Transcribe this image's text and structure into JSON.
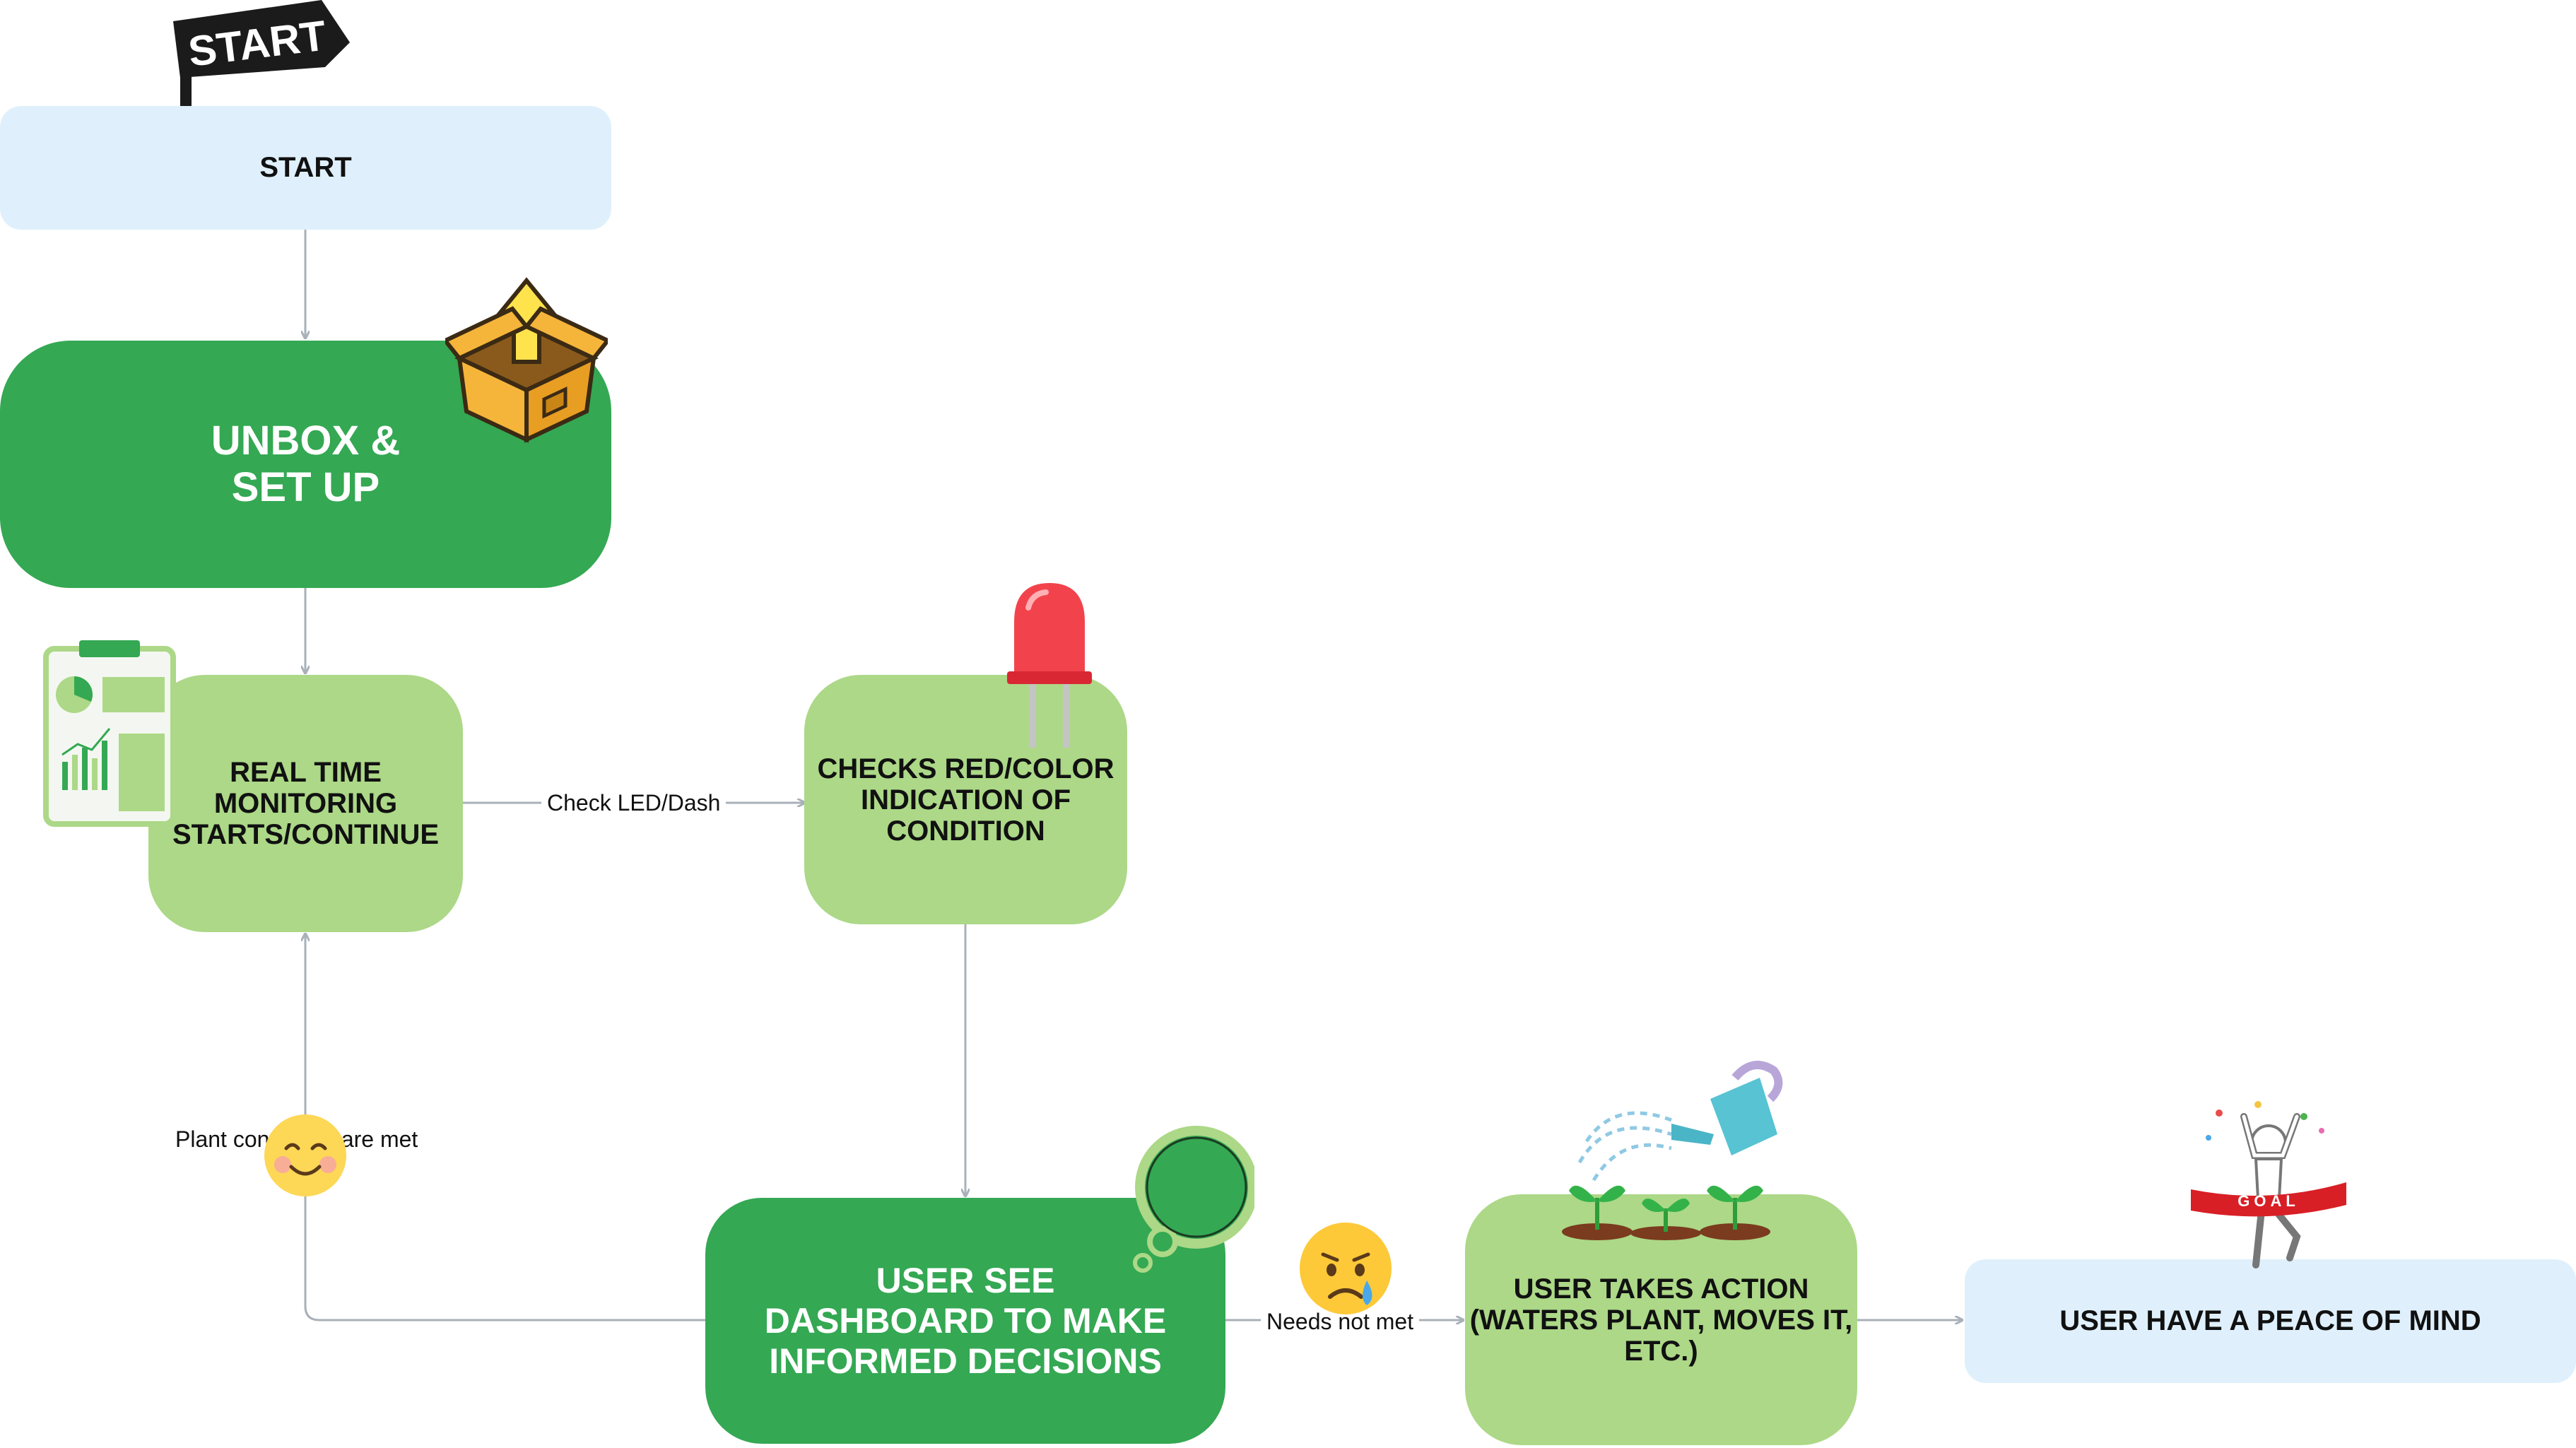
{
  "flowchart": {
    "nodes": [
      {
        "id": "start",
        "label": "START"
      },
      {
        "id": "unbox",
        "label": "UNBOX &\nSET UP"
      },
      {
        "id": "monitor",
        "label": "REAL TIME\nMONITORING\nSTARTS/CONTINUE"
      },
      {
        "id": "checks",
        "label": "CHECKS RED/COLOR\nINDICATION OF\nCONDITION"
      },
      {
        "id": "dashboard",
        "label": "USER SEE\nDASHBOARD TO MAKE\nINFORMED DECISIONS"
      },
      {
        "id": "action",
        "label": "USER TAKES ACTION\n(WATERS PLANT, MOVES IT,\nETC.)"
      },
      {
        "id": "peace",
        "label": "USER HAVE A PEACE OF MIND"
      }
    ],
    "edges": [
      {
        "from": "start",
        "to": "unbox",
        "label": ""
      },
      {
        "from": "unbox",
        "to": "monitor",
        "label": ""
      },
      {
        "from": "monitor",
        "to": "checks",
        "label": "Check LED/Dash"
      },
      {
        "from": "checks",
        "to": "dashboard",
        "label": ""
      },
      {
        "from": "dashboard",
        "to": "monitor",
        "label": "Plant conditions are met"
      },
      {
        "from": "dashboard",
        "to": "action",
        "label": "Needs not met"
      },
      {
        "from": "action",
        "to": "peace",
        "label": ""
      }
    ]
  },
  "decorations": {
    "start_flag_text": "START",
    "goal_banner_text": "GOAL",
    "icons": [
      "start-flag-icon",
      "open-box-upload-icon",
      "clipboard-chart-icon",
      "red-led-icon",
      "thought-bubble-icon",
      "smiling-face-icon",
      "crying-face-icon",
      "seedlings-icon",
      "watering-can-icon",
      "goal-runner-icon"
    ]
  },
  "colors": {
    "light_blue": "#dff0fc",
    "dark_green": "#34a853",
    "light_green": "#acd887",
    "connector": "#a9b0b8"
  }
}
